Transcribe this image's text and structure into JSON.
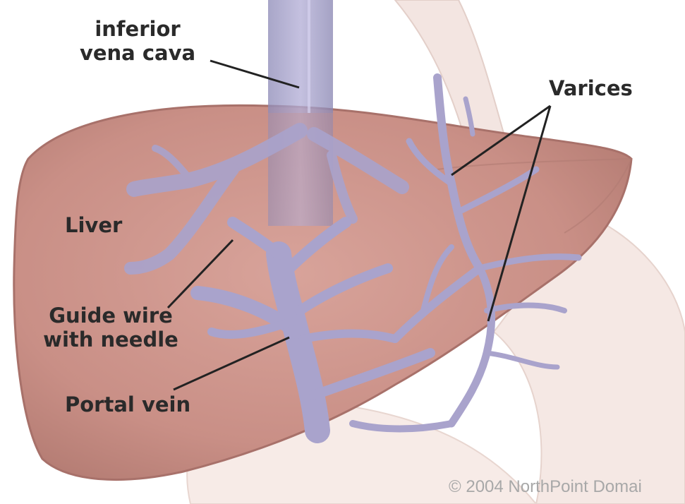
{
  "labels": {
    "inferior_vena_cava": "inferior\nvena cava",
    "varices": "Varices",
    "liver": "Liver",
    "guide_wire": "Guide wire\nwith needle",
    "portal_vein": "Portal vein"
  },
  "copyright": "© 2004 NorthPoint Domai",
  "colors": {
    "liver": "#c98f86",
    "vein": "#a9a3cc",
    "leader_line": "#222222",
    "label_text": "#2a2a2a"
  }
}
